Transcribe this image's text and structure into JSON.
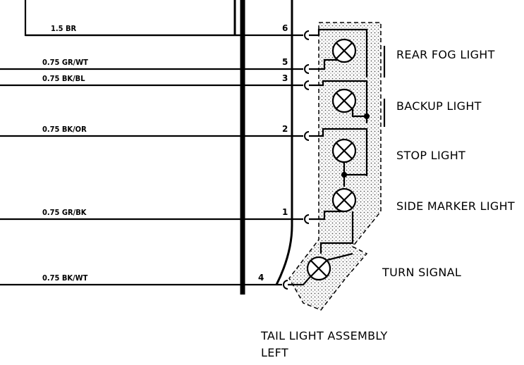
{
  "wires": [
    {
      "id": "w6",
      "label": "1.5 BR",
      "pin": "6"
    },
    {
      "id": "w5",
      "label": "0.75 GR/WT",
      "pin": "5"
    },
    {
      "id": "w3",
      "label": "0.75 BK/BL",
      "pin": "3"
    },
    {
      "id": "w2",
      "label": "0.75 BK/OR",
      "pin": "2"
    },
    {
      "id": "w1",
      "label": "0.75 GR/BK",
      "pin": "1"
    },
    {
      "id": "w4",
      "label": "0.75 BK/WT",
      "pin": "4"
    }
  ],
  "lamps": {
    "rear_fog": "REAR FOG LIGHT",
    "backup": "BACKUP LIGHT",
    "stop": "STOP LIGHT",
    "side_marker": "SIDE MARKER LIGHT",
    "turn_signal": "TURN SIGNAL"
  },
  "assembly": {
    "line1": "TAIL LIGHT ASSEMBLY",
    "line2": "LEFT"
  }
}
